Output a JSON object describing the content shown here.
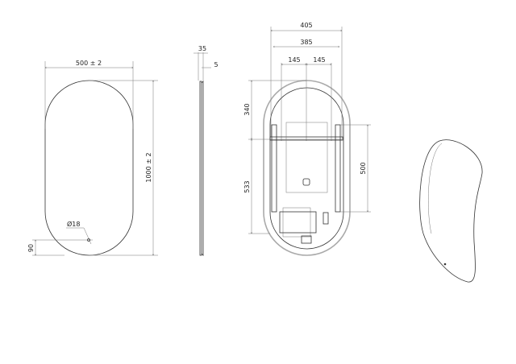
{
  "front_view": {
    "width_label": "500 ± 2",
    "height_label": "1000 ± 2",
    "hole_label": "Ø18",
    "hole_offset_label": "90"
  },
  "side_view": {
    "depth_label": "35",
    "glass_label": "5"
  },
  "back_view": {
    "outer_width_label": "405",
    "inner_width_label": "385",
    "left_spacing_label": "145",
    "right_spacing_label": "145",
    "top_label": "340",
    "bottom_label": "533",
    "bracket_label": "500"
  }
}
